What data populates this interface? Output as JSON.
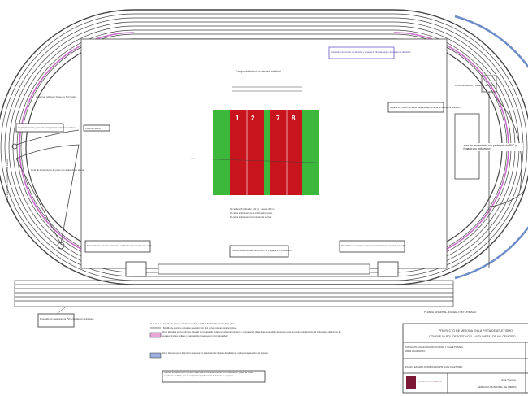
{
  "plan": {
    "center_title": "Campo de fútbol en césped artificial",
    "lane_numbers": [
      "1",
      "2",
      "7",
      "8"
    ],
    "center_notes": [
      "Nº carriles: 8 (calles de 1,22 m) · cuerda 400 m",
      "Nº calles a reformar: zona exterior de la pista",
      "Nº calles a reformar: zona interior de la pista"
    ],
    "left_labels": {
      "zone_top": "zona con relleno y base de hormigón",
      "hoop_note": "Ampliación hueco y base de hormigón con mortero de relleno",
      "discus": "Foso de disco",
      "sector": "zona de lanzamiento de peso con acabado en arena",
      "left_vertical": "zona de lanzamiento con pavimento de caucho"
    },
    "right_labels": {
      "top_note": "Limitación con cordón de aluminio y arqueta de drenaje según normativa de atletismo",
      "zone_top": "zona con relleno y base de hormigón",
      "jump_note": "Arqueta con nuevo sumidero para drenaje del agua de la pista de atletismo",
      "pavement": "zona de lanzamiento con pavimento de PVC y llegada con poliuretano"
    },
    "bottom_labels": {
      "left_drain": "Demolición de canaleta existente y sustitución por canaleta con rejilla",
      "center": "zona de salida con pavimento de PVC y llegada con poliuretano",
      "right_drain": "Demolición de canaleta existente y sustitución por canaleta con rejilla",
      "straight": "Zona salto con pavimento de PVC y llegada con poliuretano"
    },
    "sheet_caption": "PLANTA GENERAL. ESTADO REFORMADO"
  },
  "legend": {
    "line_items": [
      "Cuerda de pista de atletismo medida a 0,30 m del bordillo interior de la pista.",
      "Bordillo de aluminio existente a sustituir por otro de las mismas características."
    ],
    "pink_item": "Zona afectada por la reforma: fresado de la capa de rodadura existente, limpieza y preparación de la base, extendido de nueva capa de pavimento sintético de poliuretano de 13 mm de espesor, incluso sellado y marcado de líneas según normativa IAAF.",
    "blue_item": "Zona de pavimento deportivo a reparar en el exterior de la pista de atletismo, incluso preparación del soporte.",
    "note_box": "La pista de atletismo en general se encuentra en buen estado de conservación, salvo las zonas señaladas en PVC, que se reparan con poliuretano de 13 mm de espesor."
  },
  "title_block": {
    "project_line1": "PROYECTO DE MEJORA EN LA PISTA DE ATLETISMO",
    "project_line2": "COMPLEJO POLIDEPORTIVO \"LA MOLINETA\" DE VALDEMORO",
    "location_line1": "SITUACIÓN: CALLE FRANCISCO MORA Y CALLE POSADA",
    "location_line2": "28340 VALDEMORO",
    "plan_name": "PLANO: ESTADO MODIFICADO PISTA DE ATLETISMO",
    "logo_text": "Ayuntamiento de Valdemoro",
    "dept_line1": "Área Técnica",
    "dept_line2": "SERVICIO MUNICIPAL DE OBRAS"
  },
  "colors": {
    "turf": "#3cb93c",
    "track_red": "#c8141c",
    "pink_zone": "#c86ec8",
    "blue_zone": "#6e8cc8",
    "logo": "#7a1836"
  }
}
